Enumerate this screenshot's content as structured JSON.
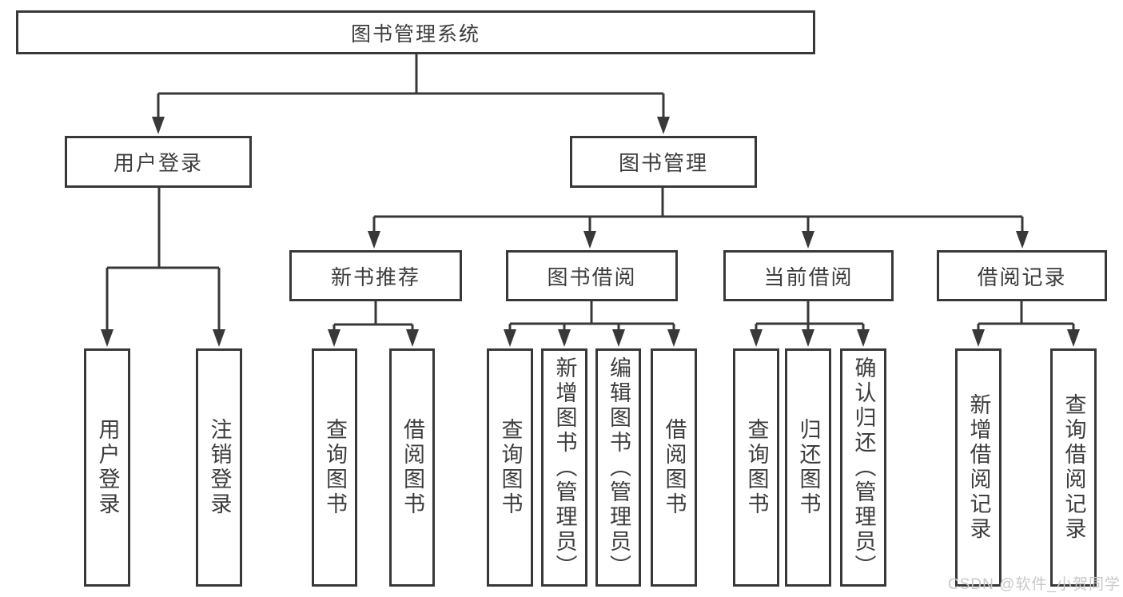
{
  "diagram": {
    "root": "图书管理系统",
    "branches": [
      {
        "label": "用户登录",
        "leaves": [
          "用户登录",
          "注销登录"
        ]
      },
      {
        "label": "图书管理",
        "sections": [
          {
            "label": "新书推荐",
            "leaves": [
              "查询图书",
              "借阅图书"
            ]
          },
          {
            "label": "图书借阅",
            "leaves": [
              "查询图书",
              "新增图书（管理员）",
              "编辑图书（管理员）",
              "借阅图书"
            ]
          },
          {
            "label": "当前借阅",
            "leaves": [
              "查询图书",
              "归还图书",
              "确认归还（管理员）"
            ]
          },
          {
            "label": "借阅记录",
            "leaves": [
              "新增借阅记录",
              "查询借阅记录"
            ]
          }
        ]
      }
    ]
  },
  "watermark": "CSDN @软件_小贺同学",
  "colors": {
    "line": "#383838",
    "box_border": "#383838",
    "box_background": "#ffffff",
    "text": "#3d3d3d",
    "watermark": "#c8c8c8"
  }
}
